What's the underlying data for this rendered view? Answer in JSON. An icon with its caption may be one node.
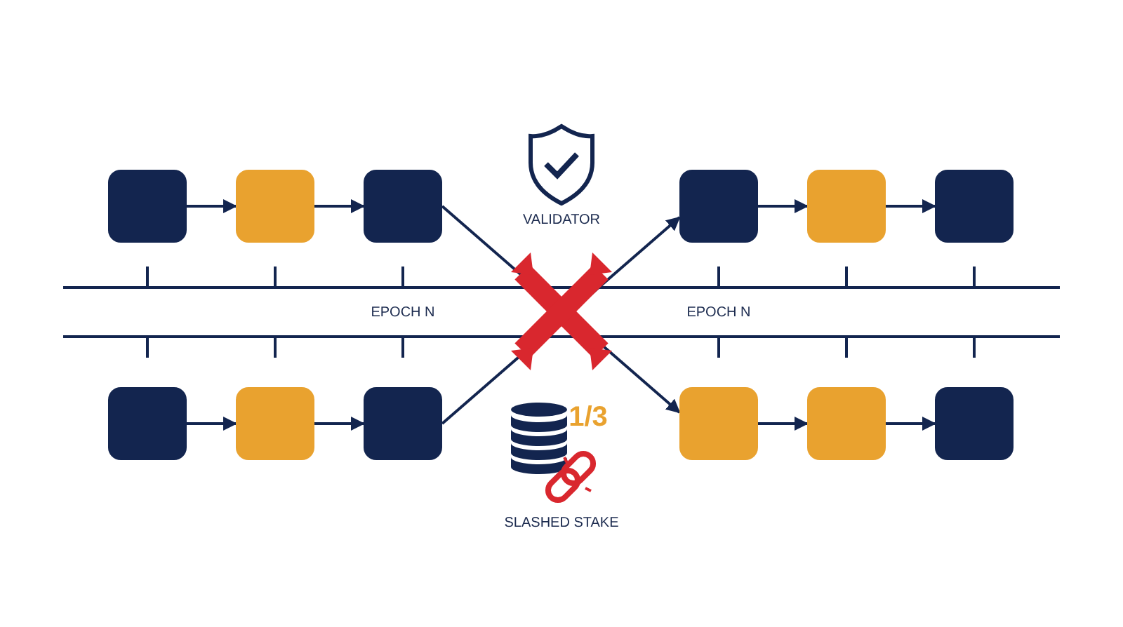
{
  "diagram": {
    "nodes": [
      {
        "text": [],
        "shape": "box"
      },
      {
        "text": [],
        "shape": "box"
      },
      {
        "text": [],
        "shape": "box"
      },
      {
        "text": [],
        "shape": "box"
      },
      {
        "text": [],
        "shape": "box"
      },
      {
        "text": [],
        "shape": "box"
      },
      {
        "text": [],
        "shape": "box"
      },
      {
        "text": [],
        "shape": "box"
      },
      {
        "text": [],
        "shape": "box"
      },
      {
        "text": [],
        "shape": "box"
      },
      {
        "text": [],
        "shape": "box"
      },
      {
        "text": [],
        "shape": "box"
      }
    ],
    "edges": [
      {
        "from": 0,
        "to": 1,
        "arrow": "to"
      },
      {
        "from": 1,
        "to": 2,
        "arrow": "to"
      },
      {
        "from": 3,
        "to": 4,
        "arrow": "to"
      },
      {
        "from": 4,
        "to": 5,
        "arrow": "to"
      },
      {
        "from": 6,
        "to": 7,
        "arrow": "to"
      },
      {
        "from": 7,
        "to": 8,
        "arrow": "to"
      },
      {
        "from": 9,
        "to": 10,
        "arrow": "to"
      },
      {
        "from": 10,
        "to": 11,
        "arrow": "to"
      },
      {
        "from": 2,
        "to": 9,
        "arrow": "to"
      },
      {
        "from": 8,
        "to": 3,
        "arrow": "to"
      }
    ],
    "labels": [
      "VALIDATOR",
      "EPOCH N",
      "EPOCH N",
      "1/3",
      "SLASHED STAKE"
    ]
  }
}
